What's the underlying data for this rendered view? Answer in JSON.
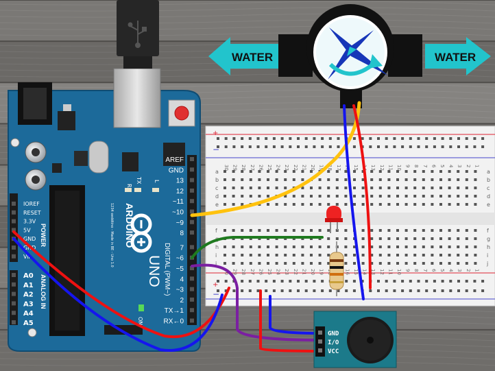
{
  "flow": {
    "left_label": "WATER",
    "right_label": "WATER"
  },
  "arduino": {
    "brand": "ARDUINO",
    "model": "UNO",
    "digital_header": "DIGITAL (PWM~)",
    "power_header": "POWER",
    "analog_header": "ANALOG IN",
    "tx_label": "TX",
    "rx_label": "RX",
    "l_label": "L",
    "on_label": "ON",
    "tiny_text": "1234 oeddtino - Made in BE - Uno 1.0",
    "digital_pins": [
      "AREF",
      "GND",
      "13",
      "12",
      "~11",
      "~10",
      "~9",
      "8",
      "7",
      "~6",
      "~5",
      "4",
      "~3",
      "2",
      "TX→1",
      "RX←0"
    ],
    "power_pins": [
      "IOREF",
      "RESET",
      "3.3V",
      "5V",
      "GND",
      "GND",
      "Vin"
    ],
    "analog_pins": [
      "A0",
      "A1",
      "A2",
      "A3",
      "A4",
      "A5"
    ]
  },
  "breadboard": {
    "row_letters_top": [
      "a",
      "b",
      "c",
      "d",
      "e"
    ],
    "row_letters_bottom": [
      "f",
      "g",
      "h",
      "i",
      "j"
    ],
    "column_numbers": [
      "30",
      "29",
      "28",
      "27",
      "26",
      "25",
      "24",
      "23",
      "22",
      "21",
      "20",
      "19",
      "18",
      "17",
      "16",
      "15",
      "14",
      "13",
      "12",
      "11",
      "10",
      "9",
      "8",
      "7",
      "6",
      "5",
      "4",
      "3",
      "2",
      "1"
    ],
    "rail_plus": "+",
    "rail_minus": "−"
  },
  "buzzer": {
    "pins": [
      "GND",
      "I/O",
      "VCC"
    ]
  },
  "colors": {
    "wire_yellow": "#ffc20e",
    "wire_green": "#1f7a1f",
    "wire_purple": "#7b1fa2",
    "wire_red": "#ee1111",
    "wire_blue": "#1515ee",
    "board_blue": "#1c6a9a",
    "arrow_cyan": "#22c4cc",
    "led_red": "#ee2222"
  },
  "icons": [
    "usb-icon",
    "arduino-infinity-logo-icon",
    "flow-rotor-icon"
  ]
}
